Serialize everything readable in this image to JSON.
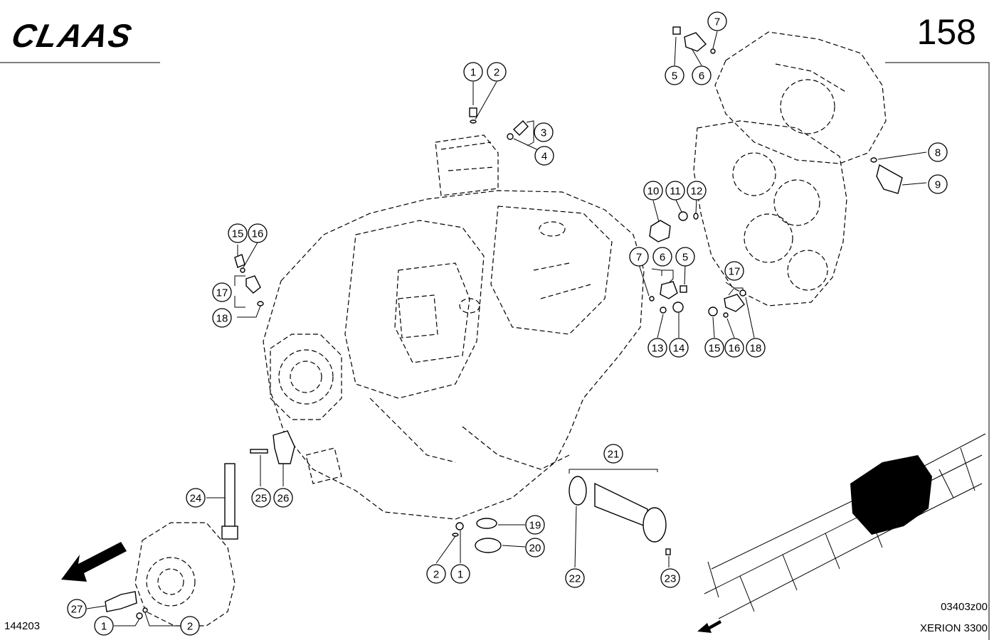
{
  "header": {
    "brand": "CLAAS",
    "page_number": "158"
  },
  "footer": {
    "sheet_id": "144203",
    "drawing_code": "03403z00",
    "model": "XERION 3300"
  },
  "callouts": [
    {
      "id": "c-1a",
      "label": "1"
    },
    {
      "id": "c-2a",
      "label": "2"
    },
    {
      "id": "c-3",
      "label": "3"
    },
    {
      "id": "c-4",
      "label": "4"
    },
    {
      "id": "c-7a",
      "label": "7"
    },
    {
      "id": "c-5a",
      "label": "5"
    },
    {
      "id": "c-6a",
      "label": "6"
    },
    {
      "id": "c-8",
      "label": "8"
    },
    {
      "id": "c-9",
      "label": "9"
    },
    {
      "id": "c-10",
      "label": "10"
    },
    {
      "id": "c-11",
      "label": "11"
    },
    {
      "id": "c-12",
      "label": "12"
    },
    {
      "id": "c-7b",
      "label": "7"
    },
    {
      "id": "c-6b",
      "label": "6"
    },
    {
      "id": "c-5b",
      "label": "5"
    },
    {
      "id": "c-13",
      "label": "13"
    },
    {
      "id": "c-14",
      "label": "14"
    },
    {
      "id": "c-17a",
      "label": "17"
    },
    {
      "id": "c-15a",
      "label": "15"
    },
    {
      "id": "c-16a",
      "label": "16"
    },
    {
      "id": "c-18a",
      "label": "18"
    },
    {
      "id": "c-15b",
      "label": "15"
    },
    {
      "id": "c-16b",
      "label": "16"
    },
    {
      "id": "c-17b",
      "label": "17"
    },
    {
      "id": "c-18b",
      "label": "18"
    },
    {
      "id": "c-21",
      "label": "21"
    },
    {
      "id": "c-19",
      "label": "19"
    },
    {
      "id": "c-20",
      "label": "20"
    },
    {
      "id": "c-22",
      "label": "22"
    },
    {
      "id": "c-23",
      "label": "23"
    },
    {
      "id": "c-2b",
      "label": "2"
    },
    {
      "id": "c-1b",
      "label": "1"
    },
    {
      "id": "c-24",
      "label": "24"
    },
    {
      "id": "c-25",
      "label": "25"
    },
    {
      "id": "c-26",
      "label": "26"
    },
    {
      "id": "c-27",
      "label": "27"
    },
    {
      "id": "c-1c",
      "label": "1"
    },
    {
      "id": "c-2c",
      "label": "2"
    }
  ]
}
